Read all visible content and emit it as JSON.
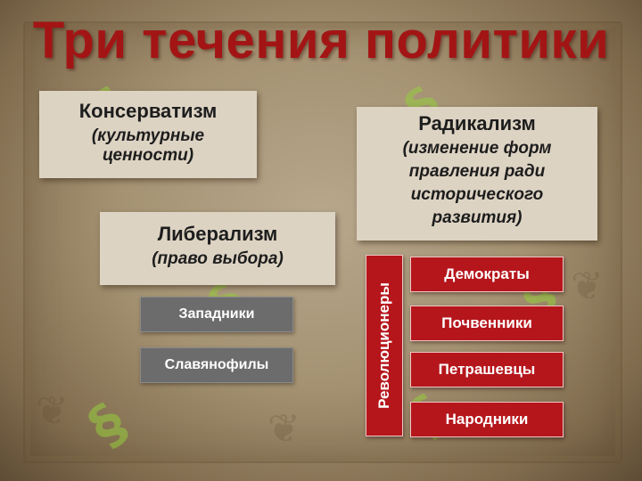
{
  "title": "Три течения политики",
  "conservatism": {
    "name": "Консерватизм",
    "description_line1": "(культурные",
    "description_line2": "ценности)"
  },
  "liberalism": {
    "name": "Либерализм",
    "description": "(право выбора)",
    "branches": [
      "Западники",
      "Славянофилы"
    ]
  },
  "radicalism": {
    "name": "Радикализм",
    "description_lines": [
      "(изменение форм",
      "правления ради",
      "исторического",
      "развития)"
    ],
    "group_label": "Революционеры",
    "branches": [
      "Демократы",
      "Почвенники",
      "Петрашевцы",
      "Народники"
    ]
  },
  "colors": {
    "title": "#a31515",
    "accent_red": "#b5161c",
    "box_beige": "#ddd3c3",
    "box_gray": "#6c6c6c"
  }
}
